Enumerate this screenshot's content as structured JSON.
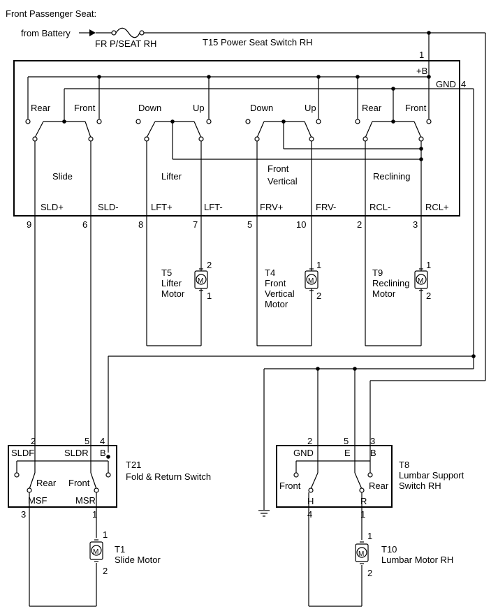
{
  "title": "Front Passenger Seat:",
  "battery": {
    "from_label": "from Battery",
    "fuse_label": "FR P/SEAT RH"
  },
  "t15": {
    "name": "T15 Power Seat Switch RH",
    "pin_b": "1",
    "label_b": "+B",
    "gnd_label": "GND",
    "pin_gnd": "4",
    "slide": {
      "title": "Slide",
      "left": "Rear",
      "right": "Front"
    },
    "lifter": {
      "title": "Lifter",
      "left": "Down",
      "right": "Up"
    },
    "frv": {
      "title_1": "Front",
      "title_2": "Vertical",
      "left": "Down",
      "right": "Up"
    },
    "recline": {
      "title": "Reclining",
      "left": "Rear",
      "right": "Front"
    },
    "terminals": [
      "SLD+",
      "SLD-",
      "LFT+",
      "LFT-",
      "FRV+",
      "FRV-",
      "RCL-",
      "RCL+"
    ],
    "pins": [
      "9",
      "6",
      "8",
      "7",
      "5",
      "10",
      "2",
      "3"
    ]
  },
  "motors": {
    "t5": {
      "id": "T5",
      "line1": "Lifter",
      "line2": "Motor",
      "line3": "",
      "pin_top": "2",
      "pin_bottom": "1"
    },
    "t4": {
      "id": "T4",
      "line1": "Front",
      "line2": "Vertical",
      "line3": "Motor",
      "pin_top": "1",
      "pin_bottom": "2"
    },
    "t9": {
      "id": "T9",
      "line1": "Reclining",
      "line2": "Motor",
      "line3": "",
      "pin_top": "1",
      "pin_bottom": "2"
    },
    "t1": {
      "id": "T1",
      "name": "Slide Motor",
      "pin_top": "1",
      "pin_bottom": "2"
    },
    "t10": {
      "id": "T10",
      "name": "Lumbar Motor RH",
      "pin_top": "1",
      "pin_bottom": "2"
    },
    "symbol": "M"
  },
  "t21": {
    "id": "T21",
    "name": "Fold & Return Switch",
    "top_pins": [
      "2",
      "5",
      "4"
    ],
    "top_labels": [
      "SLDF",
      "SLDR",
      "B"
    ],
    "switch_left": "Rear",
    "switch_right": "Front",
    "bottom_labels": [
      "MSF",
      "MSR"
    ],
    "bottom_pins": [
      "3",
      "1"
    ]
  },
  "t8": {
    "id": "T8",
    "name_1": "Lumbar Support",
    "name_2": "Switch RH",
    "top_pins": [
      "2",
      "5",
      "3"
    ],
    "top_labels": [
      "GND",
      "E",
      "B"
    ],
    "switch_left": "Front",
    "switch_right": "Rear",
    "bottom_labels": [
      "H",
      "R"
    ],
    "bottom_pins": [
      "4",
      "1"
    ]
  },
  "icons": [
    "fuse-icon",
    "arrow-right-icon",
    "motor-icon",
    "ground-icon",
    "switch-contact-icon"
  ]
}
